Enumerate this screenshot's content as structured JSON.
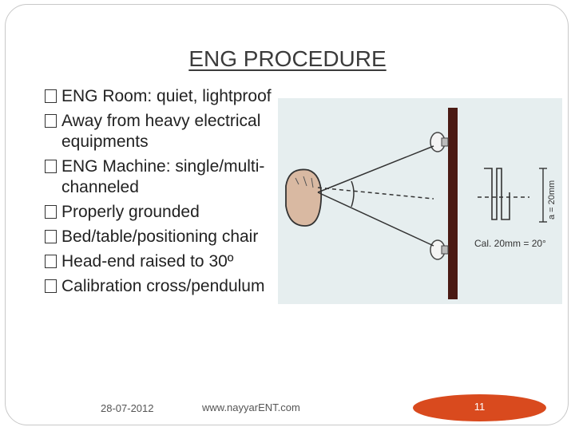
{
  "slide": {
    "title": "ENG PROCEDURE",
    "bullets": [
      "ENG Room: quiet, lightproof",
      "Away from heavy electrical equipments",
      "ENG Machine: single/multi-channeled",
      "Properly grounded",
      "Bed/table/positioning chair",
      "Head-end raised to 30º",
      "Calibration cross/pendulum"
    ],
    "figure": {
      "scale_label": "a = 20mm",
      "calibration_label": "Cal. 20mm = 20°"
    },
    "footer": {
      "date": "28-07-2012",
      "url": "www.nayyarENT.com",
      "page_number": "11"
    }
  },
  "colors": {
    "accent_oval": "#d94a1e",
    "title_text": "#3b3b3b",
    "photo_bg": "#dfe8ea"
  }
}
